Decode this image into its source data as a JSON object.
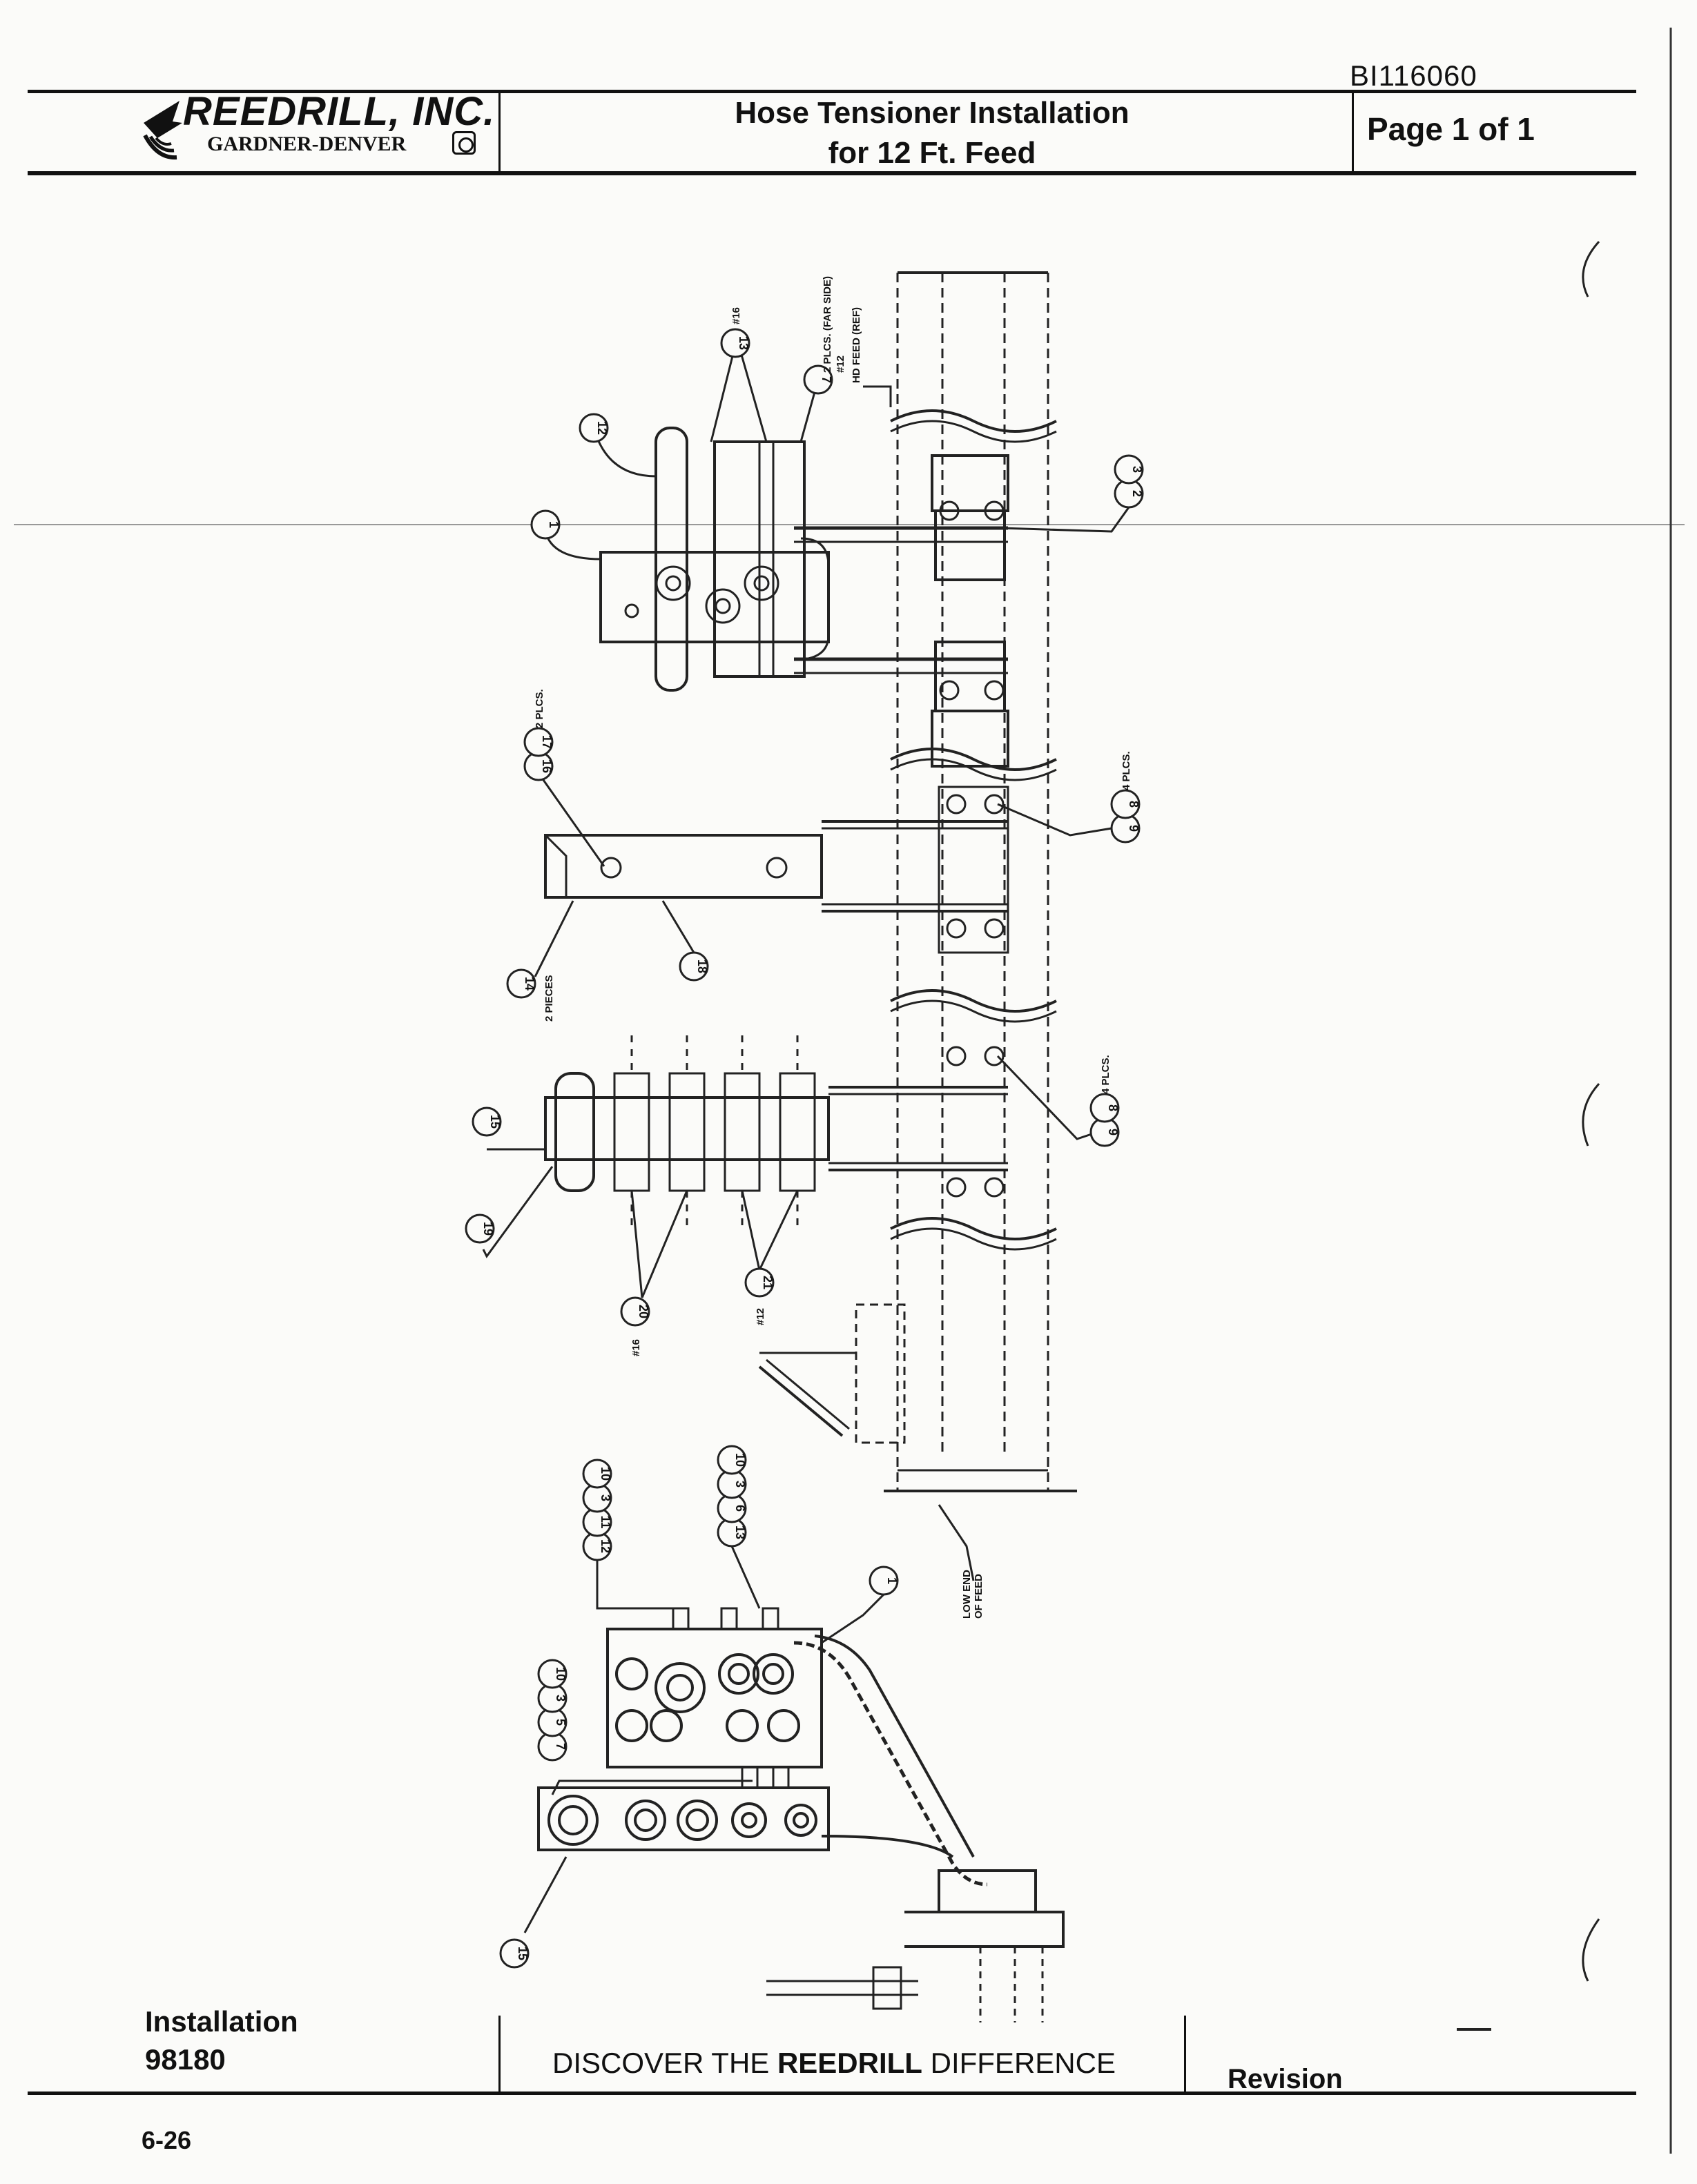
{
  "document_number": "BI116060",
  "header": {
    "company": "REEDRILL, INC.",
    "division": "GARDNER-DENVER",
    "title_line1": "Hose Tensioner Installation",
    "title_line2": "for 12 Ft. Feed",
    "page": "Page 1 of 1"
  },
  "footer": {
    "section": "Installation",
    "number": "98180",
    "slogan_pre": "DISCOVER THE ",
    "slogan_brand": "REEDRILL",
    "slogan_post": " DIFFERENCE",
    "revision": "Revision",
    "page_code": "6-26"
  },
  "annotations": {
    "far_side": "2 PLCS. (FAR SIDE)",
    "size12": "#12",
    "hd_feed": "HD FEED (REF)",
    "size16_top": "#16",
    "plcs2": "2 PLCS.",
    "plcs4_a": "4 PLCS.",
    "plcs4_b": "4 PLCS.",
    "two_pieces": "2 PIECES",
    "size16_mid": "#16",
    "size12_mid": "#12",
    "low_end_1": "LOW END",
    "low_end_2": "OF FEED"
  },
  "balloons": {
    "b12": "12",
    "b13": "13",
    "b7": "7",
    "b1": "1",
    "b2": "2",
    "b3": "3",
    "b16": "16",
    "b17": "17",
    "b14": "14",
    "b18": "18",
    "b9a": "9",
    "b8a": "8",
    "b9b": "9",
    "b8b": "8",
    "b15": "15",
    "b19": "19",
    "b20": "20",
    "b21": "21",
    "c12": "12",
    "c11": "11",
    "c3a": "3",
    "c10a": "10",
    "c13": "13",
    "c6": "6",
    "c3b": "3",
    "c10b": "10",
    "c7": "7",
    "c5": "5",
    "c3c": "3",
    "c10c": "10",
    "c1": "1",
    "c15": "15"
  }
}
